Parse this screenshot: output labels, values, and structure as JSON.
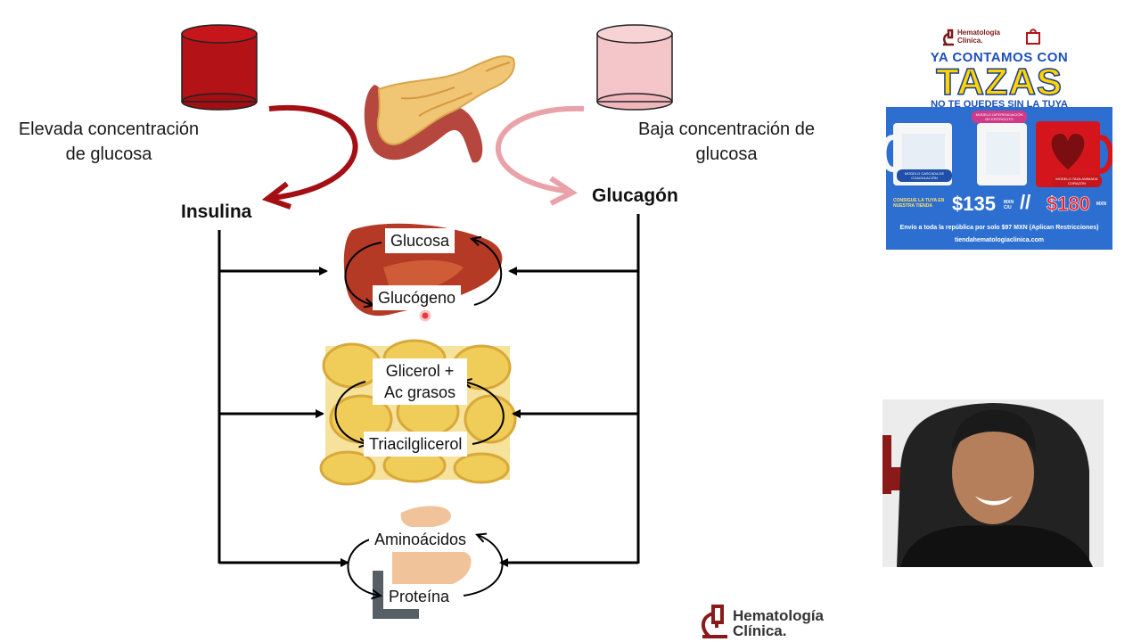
{
  "left_label": {
    "line1": "Elevada concentración",
    "line2": "de glucosa"
  },
  "right_label": {
    "line1": "Baja concentración de",
    "line2": "glucosa"
  },
  "hormones": {
    "left": "Insulina",
    "right": "Glucagón"
  },
  "liver": {
    "top": "Glucosa",
    "bottom": "Glucógeno"
  },
  "adipose": {
    "top_line1": "Glicerol +",
    "top_line2": "Ac grasos",
    "bottom": "Triacilglicerol"
  },
  "muscle": {
    "top": "Aminoácidos",
    "bottom": "Proteína"
  },
  "colors": {
    "high_glucose": "#b31217",
    "low_glucose": "#f0b8bd",
    "arrow_dark": "#a30f14",
    "arrow_light": "#e9a2aa"
  },
  "ad": {
    "brand_line1": "Hematología",
    "brand_line2": "Clínica.",
    "headline1": "YA CONTAMOS CON",
    "headline2": "TAZAS",
    "headline3": "NO TE QUEDES SIN LA TUYA",
    "model1": "MODELO CASCADA DE COAGULACIÓN",
    "model2": "MODELO DIFERENCIACIÓN DE ERITROCITO",
    "model3": "MODELO TAZA ANIMADA CORAZÓN",
    "store_note": "CONSIGUE LA TUYA EN NUESTRA TIENDA",
    "price1": "$135",
    "price1_unit": "MXN C/U",
    "price2": "$180",
    "price2_unit": "MXN",
    "shipping": "Envío a toda la república por solo $97 MXN (Aplican Restricciones)",
    "site": "tiendahematologiaclinica.com"
  },
  "footer_logo": {
    "line1": "Hematología",
    "line2": "Clínica."
  }
}
